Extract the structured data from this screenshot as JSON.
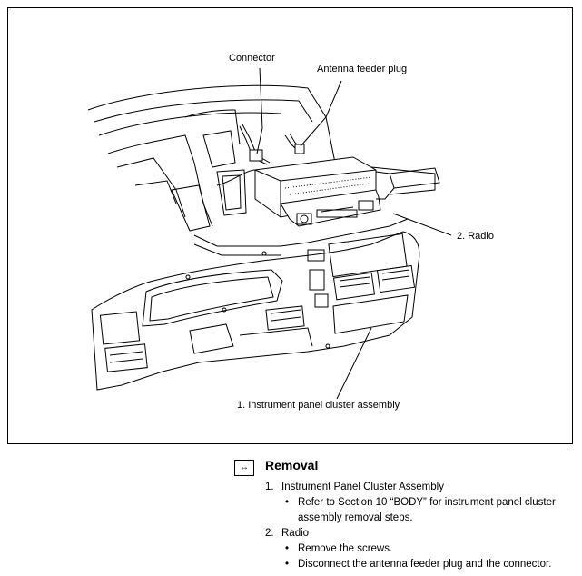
{
  "figure": {
    "callouts": {
      "connector": "Connector",
      "antenna_feeder_plug": "Antenna feeder plug",
      "radio": "2. Radio",
      "instrument_panel": "1. Instrument panel cluster assembly"
    }
  },
  "procedure": {
    "icon": "removal-arrows-icon",
    "icon_glyph": "↔",
    "title": "Removal",
    "steps": [
      {
        "number": "1.",
        "text": "Instrument Panel Cluster Assembly",
        "bullets": [
          "Refer to Section 10 “BODY” for instrument panel cluster",
          "assembly removal steps."
        ]
      },
      {
        "number": "2.",
        "text": "Radio",
        "bullets": [
          "Remove the screws.",
          "Disconnect the antenna feeder plug and the connector."
        ]
      }
    ]
  }
}
